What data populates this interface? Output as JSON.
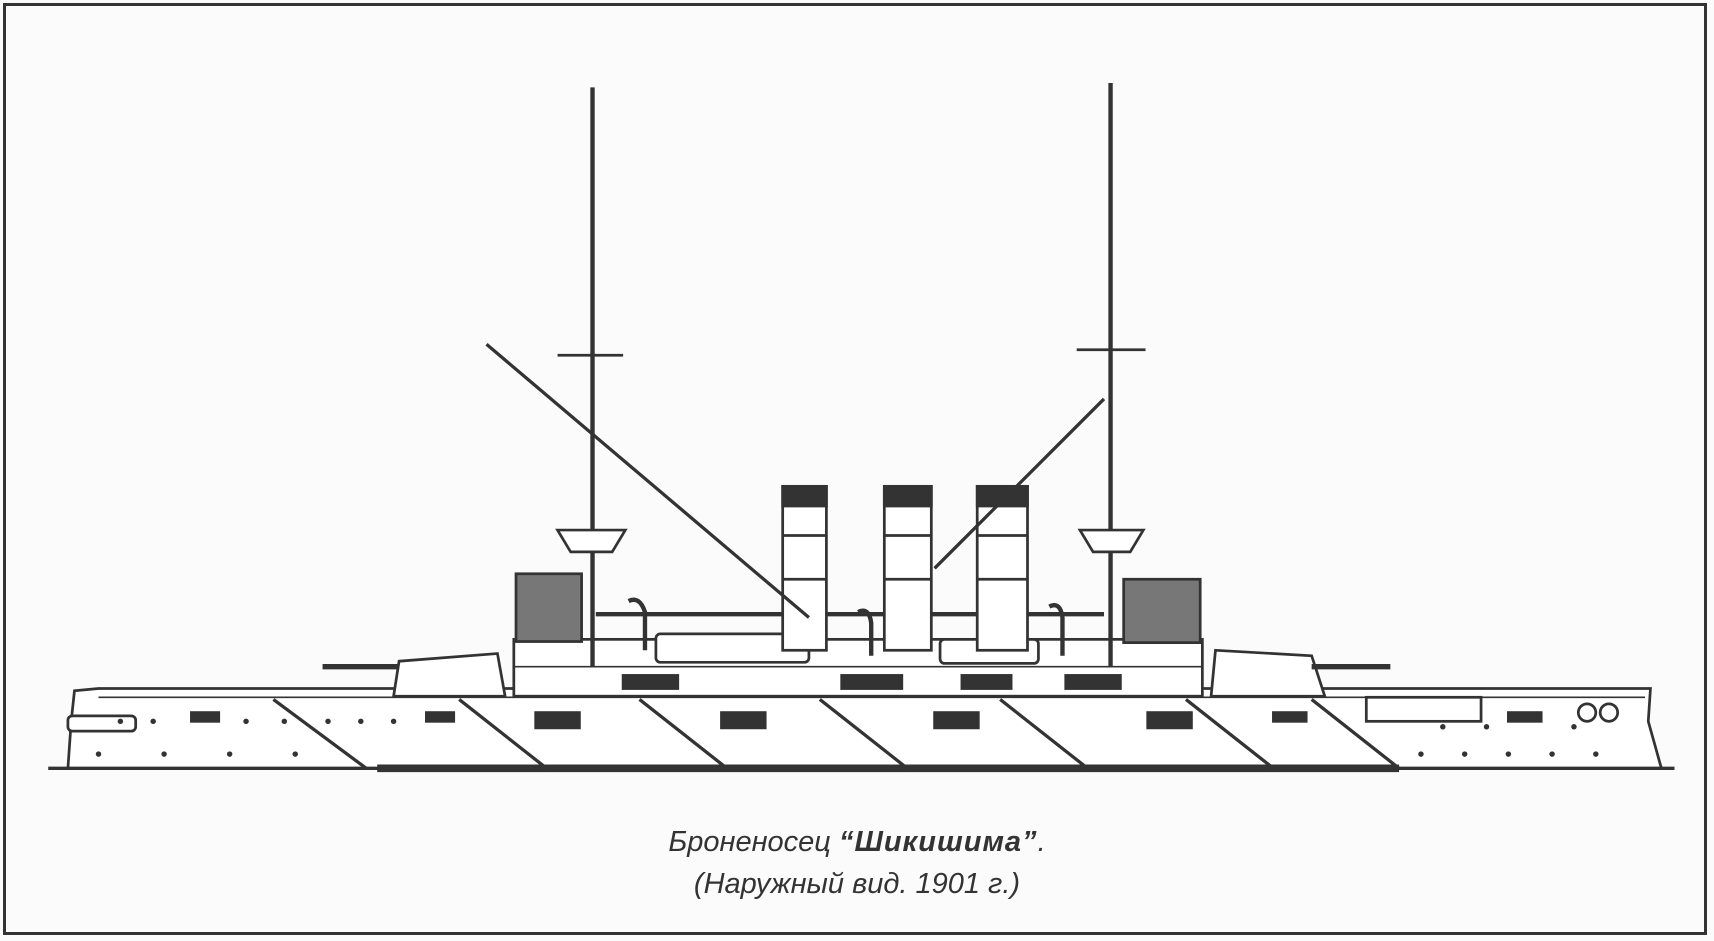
{
  "caption": {
    "prefix": "Броненосец ",
    "ship_name": "“Шикишима”",
    "suffix": ".",
    "subtitle": "(Наружный вид. 1901 г.)"
  },
  "colors": {
    "ink": "#333333",
    "paper": "#fbfbfb"
  }
}
